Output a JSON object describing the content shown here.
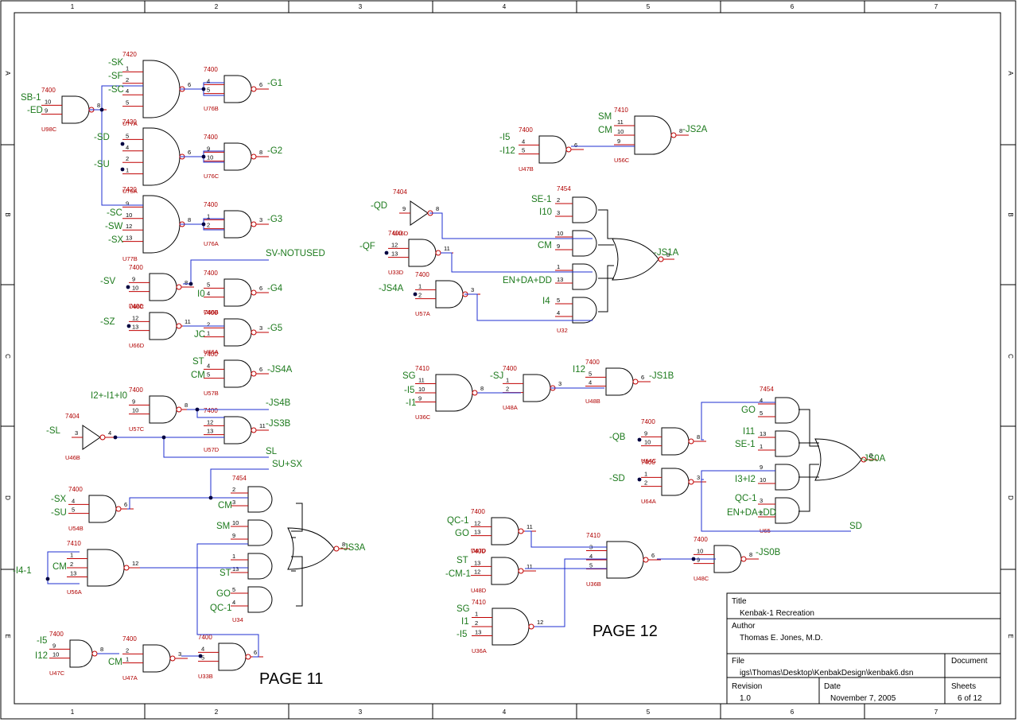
{
  "border_columns": [
    "1",
    "2",
    "3",
    "4",
    "5",
    "6",
    "7"
  ],
  "border_rows": [
    "A",
    "B",
    "C",
    "D",
    "E"
  ],
  "page_labels": [
    "PAGE 11",
    "PAGE 12"
  ],
  "title_block": {
    "title_label": "Title",
    "title": "Kenbak-1 Recreation",
    "author_label": "Author",
    "author": "Thomas E. Jones, M.D.",
    "file_label": "File",
    "file": "igs\\Thomas\\Desktop\\KenbakDesign\\kenbak6.dsn",
    "document_label": "Document",
    "revision_label": "Revision",
    "revision": "1.0",
    "date_label": "Date",
    "date": "November 7, 2005",
    "sheets_label": "Sheets",
    "sheets": "6 of 12"
  },
  "gates": [
    {
      "ref": "U98C",
      "part": "7400",
      "type": "nand",
      "pins": [
        "10",
        "9"
      ],
      "out": "8"
    },
    {
      "ref": "U77A",
      "part": "7420",
      "type": "nand",
      "pins": [
        "1",
        "2",
        "4",
        "5"
      ],
      "out": "6"
    },
    {
      "ref": "U76B",
      "part": "7400",
      "type": "nand",
      "pins": [
        "4",
        "5"
      ],
      "out": "6"
    },
    {
      "ref": "U75A",
      "part": "7420",
      "type": "nand",
      "pins": [
        "5",
        "4",
        "2",
        "1"
      ],
      "out": "6"
    },
    {
      "ref": "U76C",
      "part": "7400",
      "type": "nand",
      "pins": [
        "9",
        "10"
      ],
      "out": "8"
    },
    {
      "ref": "U77B",
      "part": "7420",
      "type": "nand",
      "pins": [
        "9",
        "10",
        "12",
        "13"
      ],
      "out": "8"
    },
    {
      "ref": "U76A",
      "part": "7400",
      "type": "nand",
      "pins": [
        "1",
        "2"
      ],
      "out": "3"
    },
    {
      "ref": "U66C",
      "part": "7400",
      "type": "nand",
      "pins": [
        "9",
        "10"
      ],
      "out": "8"
    },
    {
      "ref": "U66B",
      "part": "7400",
      "type": "nand",
      "pins": [
        "5",
        "4"
      ],
      "out": "6"
    },
    {
      "ref": "U66D",
      "part": "7400",
      "type": "nand",
      "pins": [
        "12",
        "13"
      ],
      "out": "11"
    },
    {
      "ref": "U66A",
      "part": "7400",
      "type": "nand",
      "pins": [
        "2",
        "1"
      ],
      "out": "3"
    },
    {
      "ref": "U57B",
      "part": "7400",
      "type": "nand",
      "pins": [
        "4",
        "5"
      ],
      "out": "6"
    },
    {
      "ref": "U57C",
      "part": "7400",
      "type": "nand",
      "pins": [
        "9",
        "10"
      ],
      "out": "8"
    },
    {
      "ref": "U57D",
      "part": "7400",
      "type": "nand",
      "pins": [
        "12",
        "13"
      ],
      "out": "11"
    },
    {
      "ref": "U46B",
      "part": "7404",
      "type": "inv",
      "pins": [
        "3"
      ],
      "out": "4"
    },
    {
      "ref": "U54B",
      "part": "7400",
      "type": "nand",
      "pins": [
        "4",
        "5"
      ],
      "out": "6"
    },
    {
      "ref": "U34",
      "part": "7454",
      "type": "aoi",
      "pins": [
        "2",
        "3",
        "10",
        "9",
        "1",
        "13",
        "5",
        "4"
      ],
      "out": "8"
    },
    {
      "ref": "U56A",
      "part": "7410",
      "type": "nand",
      "pins": [
        "1",
        "2",
        "13"
      ],
      "out": "12"
    },
    {
      "ref": "U47C",
      "part": "7400",
      "type": "nand",
      "pins": [
        "9",
        "10"
      ],
      "out": "8"
    },
    {
      "ref": "U47A",
      "part": "7400",
      "type": "nand",
      "pins": [
        "2",
        "1"
      ],
      "out": "3"
    },
    {
      "ref": "U33B",
      "part": "7400",
      "type": "nand",
      "pins": [
        "4",
        "5"
      ],
      "out": "6"
    },
    {
      "ref": "U47B",
      "part": "7400",
      "type": "nand",
      "pins": [
        "4",
        "5"
      ],
      "out": "6"
    },
    {
      "ref": "U56C",
      "part": "7410",
      "type": "nand",
      "pins": [
        "11",
        "10",
        "9"
      ],
      "out": "8"
    },
    {
      "ref": "U46D",
      "part": "7404",
      "type": "inv",
      "pins": [
        "9"
      ],
      "out": "8"
    },
    {
      "ref": "U33D",
      "part": "7400",
      "type": "nand",
      "pins": [
        "12",
        "13"
      ],
      "out": "11"
    },
    {
      "ref": "U57A",
      "part": "7400",
      "type": "nand",
      "pins": [
        "1",
        "2"
      ],
      "out": "3"
    },
    {
      "ref": "U32",
      "part": "7454",
      "type": "aoi",
      "pins": [
        "2",
        "3",
        "10",
        "9",
        "1",
        "13",
        "5",
        "4"
      ],
      "out": "8"
    },
    {
      "ref": "U36C",
      "part": "7410",
      "type": "nand",
      "pins": [
        "11",
        "10",
        "9"
      ],
      "out": "8"
    },
    {
      "ref": "U48A",
      "part": "7400",
      "type": "nand",
      "pins": [
        "1",
        "2"
      ],
      "out": "3"
    },
    {
      "ref": "U48B",
      "part": "7400",
      "type": "nand",
      "pins": [
        "5",
        "4"
      ],
      "out": "6"
    },
    {
      "ref": "U64C",
      "part": "7400",
      "type": "nand",
      "pins": [
        "9",
        "10"
      ],
      "out": "8"
    },
    {
      "ref": "U64A",
      "part": "7400",
      "type": "nand",
      "pins": [
        "1",
        "2"
      ],
      "out": "3"
    },
    {
      "ref": "U65",
      "part": "7454",
      "type": "aoi",
      "pins": [
        "4",
        "5",
        "13",
        "1",
        "9",
        "10",
        "3",
        "2"
      ],
      "out": "8"
    },
    {
      "ref": "U47D",
      "part": "7400",
      "type": "nand",
      "pins": [
        "12",
        "13"
      ],
      "out": "11"
    },
    {
      "ref": "U48D",
      "part": "7400",
      "type": "nand",
      "pins": [
        "13",
        "12"
      ],
      "out": "11"
    },
    {
      "ref": "U36B",
      "part": "7410",
      "type": "nand",
      "pins": [
        "3",
        "4",
        "5"
      ],
      "out": "6"
    },
    {
      "ref": "U48C",
      "part": "7400",
      "type": "nand",
      "pins": [
        "10",
        "9"
      ],
      "out": "8"
    },
    {
      "ref": "U36A",
      "part": "7410",
      "type": "nand",
      "pins": [
        "1",
        "2",
        "13"
      ],
      "out": "12"
    }
  ],
  "net_labels": [
    "SB-1",
    "-ED",
    "-SK",
    "-SF",
    "-SC",
    "-G1",
    "-SD",
    "-SU",
    "-G2",
    "-SC",
    "-SW",
    "-SX",
    "-G3",
    "SV-NOTUSED",
    "-SV",
    "I0",
    "-G4",
    "-SZ",
    "JC",
    "-G5",
    "ST",
    "CM",
    "-JS4A",
    "I2+-I1+I0",
    "-JS4B",
    "-JS3B",
    "-SL",
    "SL",
    "SU+SX",
    "-SX",
    "-SU",
    "CM",
    "SM",
    "ST",
    "GO",
    "QC-1",
    "-JS3A",
    "-I4-1",
    "CM",
    "-I5",
    "I12",
    "CM",
    "-I5",
    "-I12",
    "SM",
    "CM",
    "-JS2A",
    "-QD",
    "SE-1",
    "I10",
    "-QF",
    "CM",
    "-JS1A",
    "EN+DA+DD",
    "-JS4A",
    "I4",
    "SG",
    "-I5",
    "-I1",
    "-SJ",
    "I12",
    "-JS1B",
    "-QB",
    "GO",
    "I11",
    "SE-1",
    "-JS0A",
    "-SD",
    "I3+I2",
    "QC-1",
    "EN+DA+DD",
    "SD",
    "QC-1",
    "GO",
    "ST",
    "-CM-1",
    "-JS0B",
    "SG",
    "I1",
    "-I5"
  ]
}
